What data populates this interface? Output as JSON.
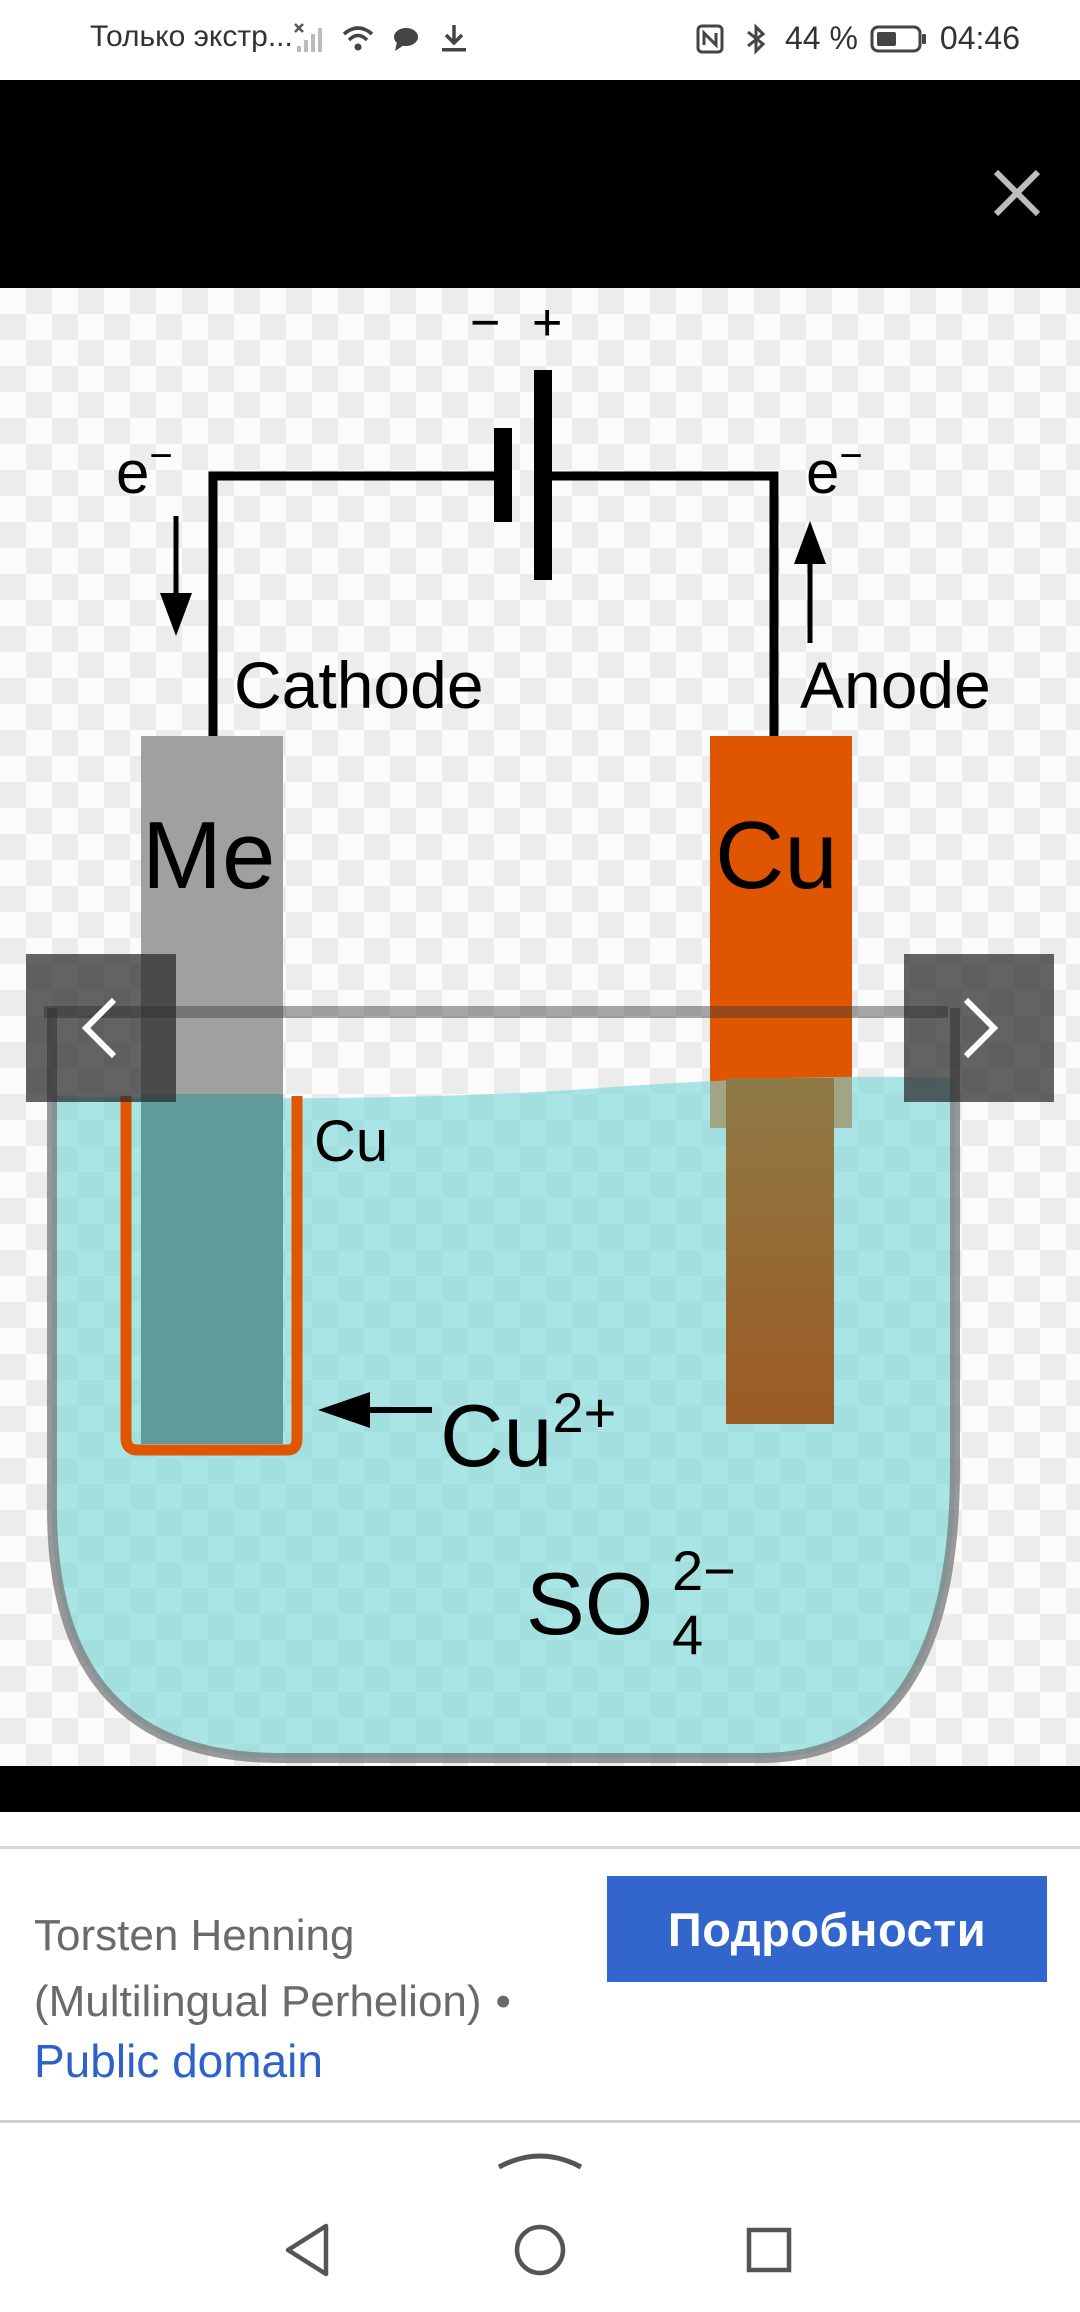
{
  "status_bar": {
    "carrier_text": "Только экстр...",
    "battery_percent": "44 %",
    "time": "04:46",
    "icons": [
      "signal-off-icon",
      "wifi-icon",
      "message-icon",
      "download-icon",
      "nfc-icon",
      "bluetooth-icon",
      "battery-icon"
    ]
  },
  "viewer": {
    "close_icon": "close-icon",
    "prev_icon": "chevron-left-icon",
    "next_icon": "chevron-right-icon"
  },
  "diagram": {
    "battery_minus": "−",
    "battery_plus": "+",
    "electron_left": "e",
    "electron_left_sup": "−",
    "electron_right": "e",
    "electron_right_sup": "−",
    "cathode_label": "Cathode",
    "anode_label": "Anode",
    "cathode_metal": "Me",
    "anode_metal": "Cu",
    "deposit_label": "Cu",
    "ion_cu": "Cu",
    "ion_cu_charge": "2+",
    "ion_so4": "SO",
    "ion_so4_sub": "4",
    "ion_so4_charge": "2−",
    "colors": {
      "copper": "#e05500",
      "metal": "#a0a0a0",
      "solution": "#8fd9d9",
      "anode_submerged": "#8f7a45"
    }
  },
  "attribution": {
    "author_line1": "Torsten Henning",
    "author_line2": "(Multilingual Perhelion)",
    "separator": "•",
    "license": "Public domain",
    "details_button": "Подробности"
  },
  "navigation": {
    "icons": [
      "chevron-up-icon",
      "back-icon",
      "home-icon",
      "recents-icon"
    ]
  }
}
